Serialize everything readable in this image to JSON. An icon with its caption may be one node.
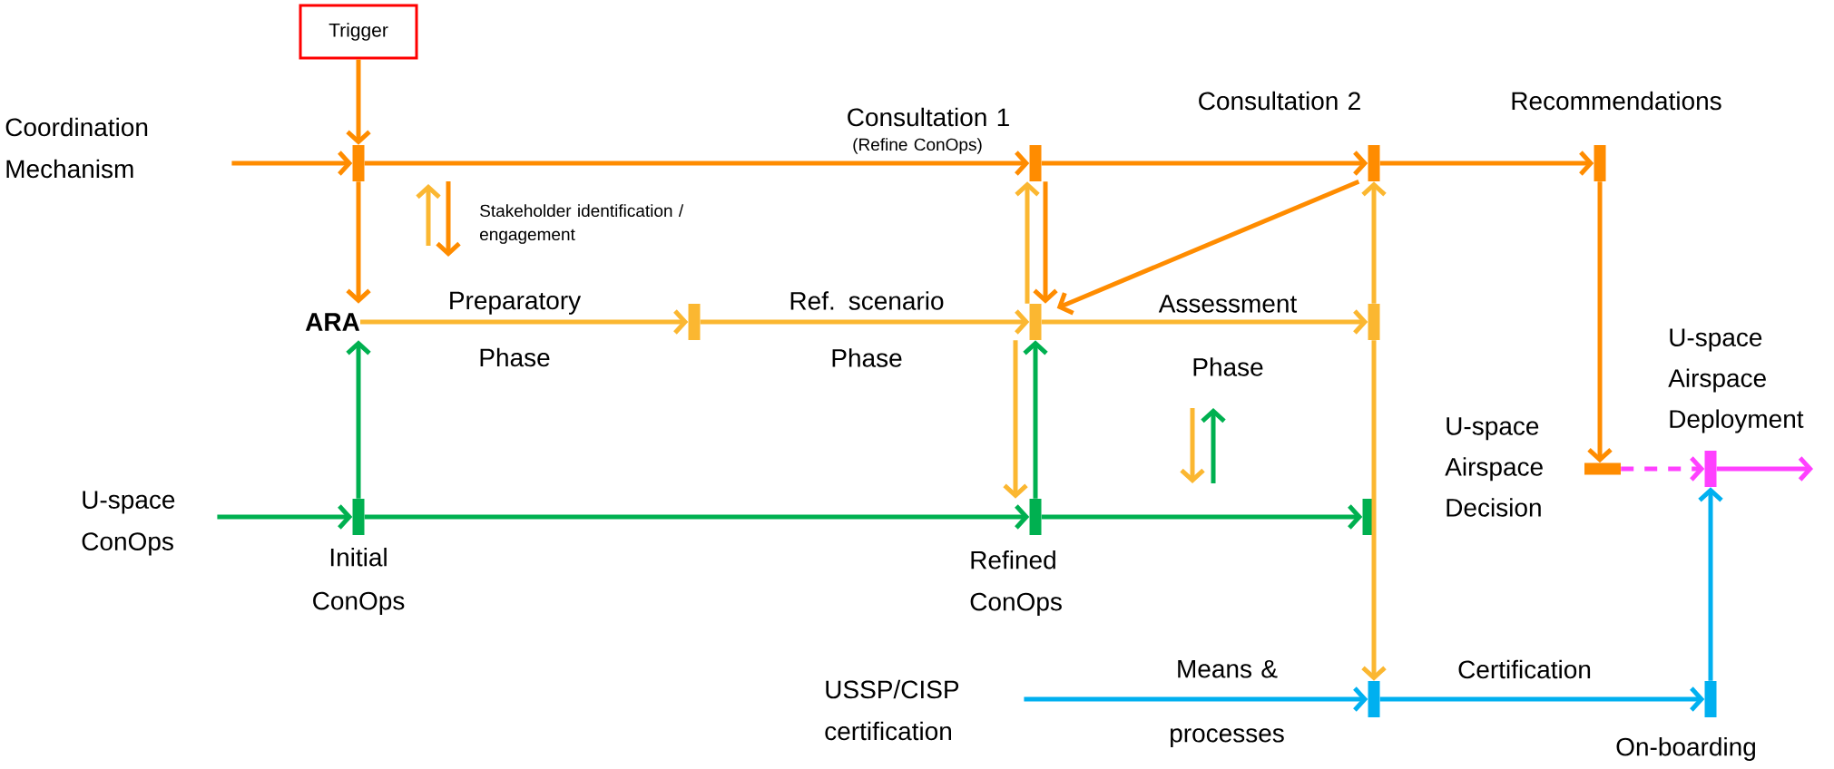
{
  "diagram": {
    "nodes": [
      {
        "text": [
          "Trigger"
        ]
      },
      {
        "text": [
          "Coordination Mechanism"
        ]
      },
      {
        "text": [],
        "shape": "bar"
      },
      {
        "text": [],
        "shape": "bar",
        "beside": [
          "Consultation 1",
          "(Refine ConOps)"
        ]
      },
      {
        "text": [],
        "shape": "bar",
        "beside": [
          "Consultation 2"
        ]
      },
      {
        "text": [],
        "shape": "bar",
        "beside": [
          "Recommendations"
        ]
      },
      {
        "text": [
          "ARA"
        ]
      },
      {
        "text": [],
        "shape": "bar"
      },
      {
        "text": [],
        "shape": "bar"
      },
      {
        "text": [],
        "shape": "bar"
      },
      {
        "text": [
          "U-space ConOps"
        ]
      },
      {
        "text": [],
        "shape": "bar",
        "beside": [
          "Initial ConOps"
        ]
      },
      {
        "text": [],
        "shape": "bar",
        "beside": [
          "Refined ConOps"
        ]
      },
      {
        "text": [],
        "shape": "bar"
      },
      {
        "text": [],
        "shape": "bar",
        "beside": [
          "U-space Airspace Decision"
        ]
      },
      {
        "text": [],
        "shape": "bar",
        "beside": [
          "U-space Airspace Deployment"
        ]
      },
      {
        "text": [
          "USSP/CISP certification"
        ]
      },
      {
        "text": [],
        "shape": "bar"
      },
      {
        "text": [],
        "shape": "bar",
        "beside": [
          "On-boarding"
        ]
      }
    ],
    "edges": [
      {
        "from": 0,
        "to": 2,
        "arrow": "to"
      },
      {
        "from": 1,
        "to": 2,
        "arrow": "to"
      },
      {
        "from": 2,
        "to": 3,
        "arrow": "to"
      },
      {
        "from": 3,
        "to": 4,
        "arrow": "to"
      },
      {
        "from": 4,
        "to": 5,
        "arrow": "to"
      },
      {
        "from": 2,
        "to": 6,
        "arrow": "to"
      },
      {
        "from": 6,
        "to": 7,
        "arrow": "to",
        "label": "Preparatory Phase",
        "color": "#fbb731"
      },
      {
        "from": 7,
        "to": 8,
        "arrow": "to",
        "label": "Ref. scenario Phase",
        "color": "#fbb731"
      },
      {
        "from": 8,
        "to": 9,
        "arrow": "to",
        "label": "Assessment Phase",
        "color": "#fbb731"
      },
      {
        "from": 8,
        "to": 3,
        "arrow": "to",
        "color": "#fbb731"
      },
      {
        "from": 3,
        "to": 8,
        "arrow": "to"
      },
      {
        "from": 4,
        "to": 8,
        "arrow": "to"
      },
      {
        "from": 9,
        "to": 4,
        "arrow": "to",
        "color": "#fbb731"
      },
      {
        "from": 10,
        "to": 11,
        "arrow": "to",
        "color": "#00b050"
      },
      {
        "from": 11,
        "to": 6,
        "arrow": "to",
        "color": "#00b050"
      },
      {
        "from": 11,
        "to": 12,
        "arrow": "to",
        "color": "#00b050"
      },
      {
        "from": 12,
        "to": 13,
        "arrow": "to",
        "color": "#00b050"
      },
      {
        "from": 8,
        "to": 12,
        "arrow": "to",
        "color": "#fbb731"
      },
      {
        "from": 12,
        "to": 8,
        "arrow": "to",
        "color": "#00b050"
      },
      {
        "from": 9,
        "to": 17,
        "arrow": "to",
        "color": "#fbb731"
      },
      {
        "from": 16,
        "to": 17,
        "arrow": "to",
        "label": "Means & processes",
        "color": "#00b0f0"
      },
      {
        "from": 17,
        "to": 18,
        "arrow": "to",
        "label": "Certification",
        "color": "#00b0f0"
      },
      {
        "from": 18,
        "to": 15,
        "arrow": "to",
        "color": "#00b0f0"
      },
      {
        "from": 5,
        "to": 14,
        "arrow": "to"
      },
      {
        "from": 14,
        "to": 15,
        "arrow": "to",
        "style": "dashed",
        "color": "#ff40ff"
      },
      {
        "from": 15,
        "to": null,
        "arrow": "to",
        "color": "#ff40ff"
      }
    ],
    "labels": [
      "Stakeholder identification / engagement"
    ]
  }
}
